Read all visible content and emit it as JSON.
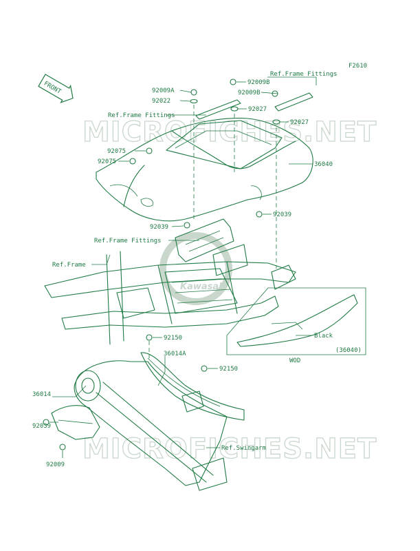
{
  "figure_code": "F2610",
  "front_badge": "FRONT",
  "watermark": {
    "text": "MICROFICHES.NET",
    "logo_text": "Kawasaki"
  },
  "labels": {
    "ref_frame_fittings_top": "Ref.Frame Fittings",
    "ref_frame_fittings_mid": "Ref.Frame Fittings",
    "ref_frame_fittings_left": "Ref.Frame Fittings",
    "ref_frame": "Ref.Frame",
    "ref_swingarm": "Ref.Swingarm",
    "p92009A": "92009A",
    "p92022": "92022",
    "p92009B_1": "92009B",
    "p92009B_2": "92009B",
    "p92027_1": "92027",
    "p92027_2": "92027",
    "p92075_1": "92075",
    "p92075_2": "92075",
    "p36040": "36040",
    "p92039_left": "92039",
    "p92039_right": "92039",
    "p92150_top": "92150",
    "p36014A": "36014A",
    "p92150_right": "92150",
    "p36014": "36014",
    "p92039_bottom": "92039",
    "p92009_bottom": "92009"
  },
  "inset": {
    "color_label": "Black",
    "part": "(36040)",
    "market": "WOD"
  }
}
